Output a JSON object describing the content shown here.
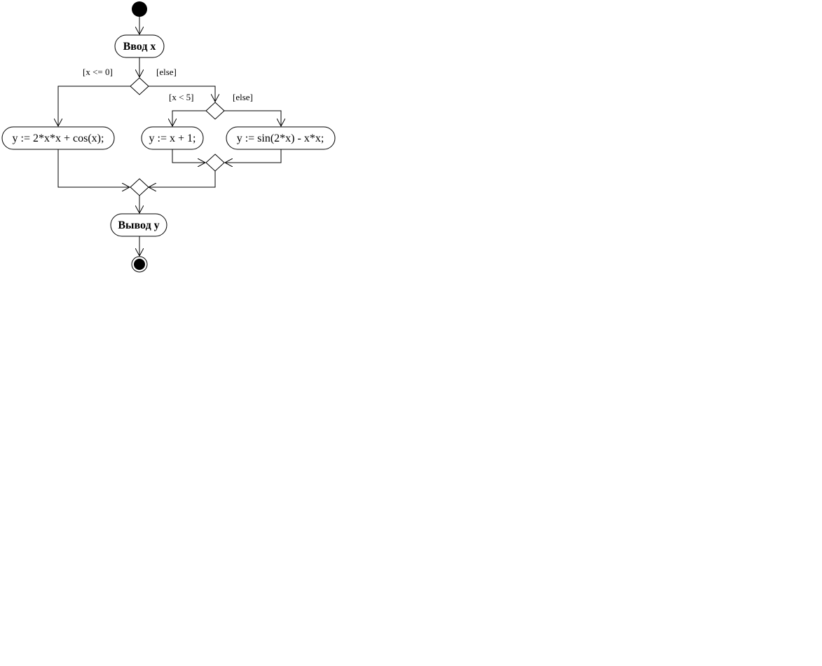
{
  "nodes": {
    "input_x": "Ввод x",
    "branch_left": "y := 2*x*x + cos(x);",
    "branch_mid": "y := x + 1;",
    "branch_right": "y := sin(2*x) - x*x;",
    "output_y": "Вывод y"
  },
  "guards": {
    "first_true": "[x <= 0]",
    "first_else": "[else]",
    "second_true": "[x < 5]",
    "second_else": "[else]"
  },
  "colors": {
    "ink": "#000000",
    "background": "#ffffff"
  }
}
